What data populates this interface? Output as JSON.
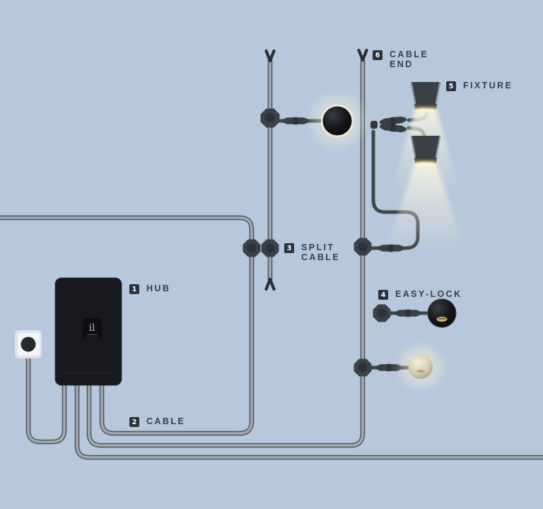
{
  "canvas": {
    "background": "#b7c8dc"
  },
  "palette": {
    "label_text": "#35404d",
    "badge_bg": "#2b323d",
    "badge_text": "#ffffff",
    "cable_outline": "#4d525a",
    "cable_core": "#a3abb5",
    "branch_cable": "#41464d",
    "device_dark": "#3c4147",
    "hub_body": "#17191d",
    "glow_warm": "#f6efd6",
    "outlet_face": "#f3f5f8"
  },
  "hub": {
    "logo_text": "il"
  },
  "labels": {
    "hub": {
      "num": "1",
      "lines": [
        "HUB",
        ""
      ]
    },
    "cable": {
      "num": "2",
      "lines": [
        "CABLE",
        ""
      ]
    },
    "split_cable": {
      "num": "3",
      "lines": [
        "SPLIT",
        "CABLE"
      ]
    },
    "easy_lock": {
      "num": "4",
      "lines": [
        "EASY-LOCK",
        ""
      ]
    },
    "fixture": {
      "num": "5",
      "lines": [
        "FIXTURE",
        ""
      ]
    },
    "cable_end": {
      "num": "6",
      "lines": [
        "CABLE",
        "END"
      ]
    }
  }
}
